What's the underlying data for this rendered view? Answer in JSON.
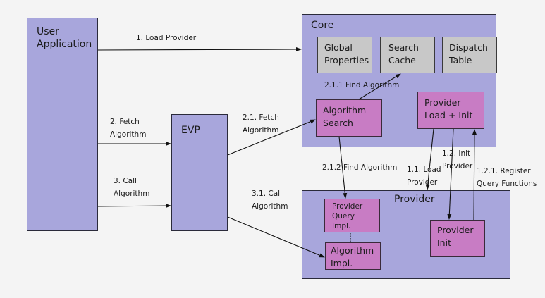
{
  "nodes": {
    "user_application": "User\nApplication",
    "evp": "EVP",
    "core": "Core",
    "global_properties": "Global\nProperties",
    "search_cache": "Search\nCache",
    "dispatch_table": "Dispatch\nTable",
    "algorithm_search": "Algorithm\nSearch",
    "provider_load_init": "Provider\nLoad + Init",
    "provider": "Provider",
    "provider_query_impl": "Provider\nQuery\nImpl.",
    "algorithm_impl": "Algorithm\nImpl.",
    "provider_init": "Provider\nInit"
  },
  "edges": {
    "load_provider": "1. Load Provider",
    "fetch_algorithm": "2. Fetch\nAlgorithm",
    "call_algorithm": "3. Call\nAlgorithm",
    "evp_fetch_algorithm": "2.1. Fetch\nAlgorithm",
    "evp_call_algorithm": "3.1. Call\nAlgorithm",
    "find_algorithm_cache": "2.1.1 Find Algorithm",
    "find_algorithm_provider": "2.1.2 Find Algorithm",
    "load_provider_sub": "1.1. Load\nProvider",
    "init_provider": "1.2. Init\nProvider",
    "register_query": "1.2.1. Register\nQuery Functions"
  }
}
